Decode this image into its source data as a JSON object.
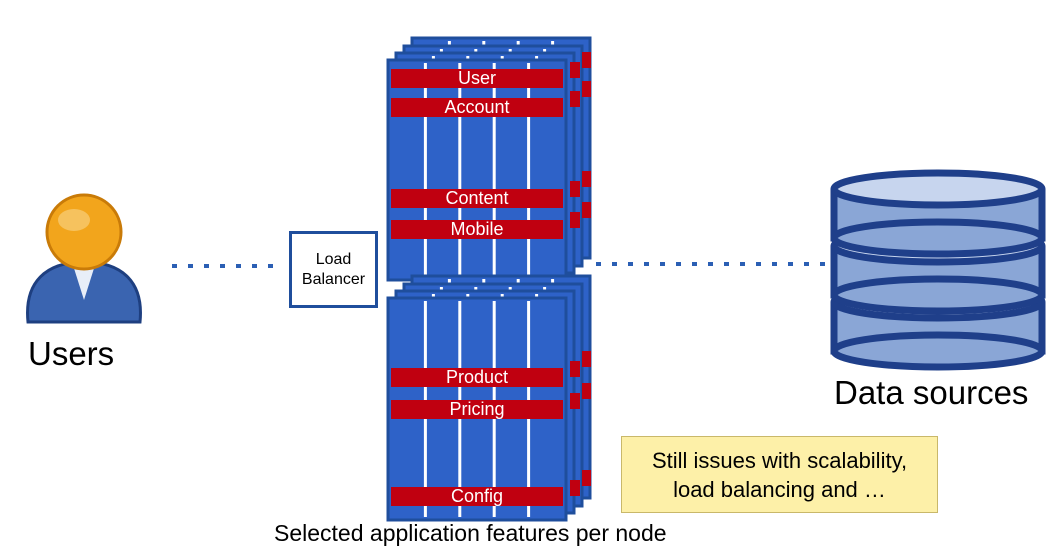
{
  "diagram": {
    "users_label": "Users",
    "load_balancer_label": "Load\nBalancer",
    "data_sources_label": "Data sources",
    "caption": "Selected application features per node",
    "note_line1": "Still issues with scalability,",
    "note_line2": "load balancing and …",
    "top_features": [
      "User",
      "Account",
      "Content",
      "Mobile"
    ],
    "bottom_features": [
      "Product",
      "Pricing",
      "Config"
    ],
    "colors": {
      "node_blue": "#2e62c8",
      "node_border": "#1f4e9c",
      "feature_red": "#c00010",
      "connector": "#2b5fb4",
      "note_fill": "#fdf0a8",
      "person_head": "#f2a51c",
      "person_body": "#3a64b0"
    },
    "icons": [
      "user-icon",
      "database-icon"
    ]
  }
}
